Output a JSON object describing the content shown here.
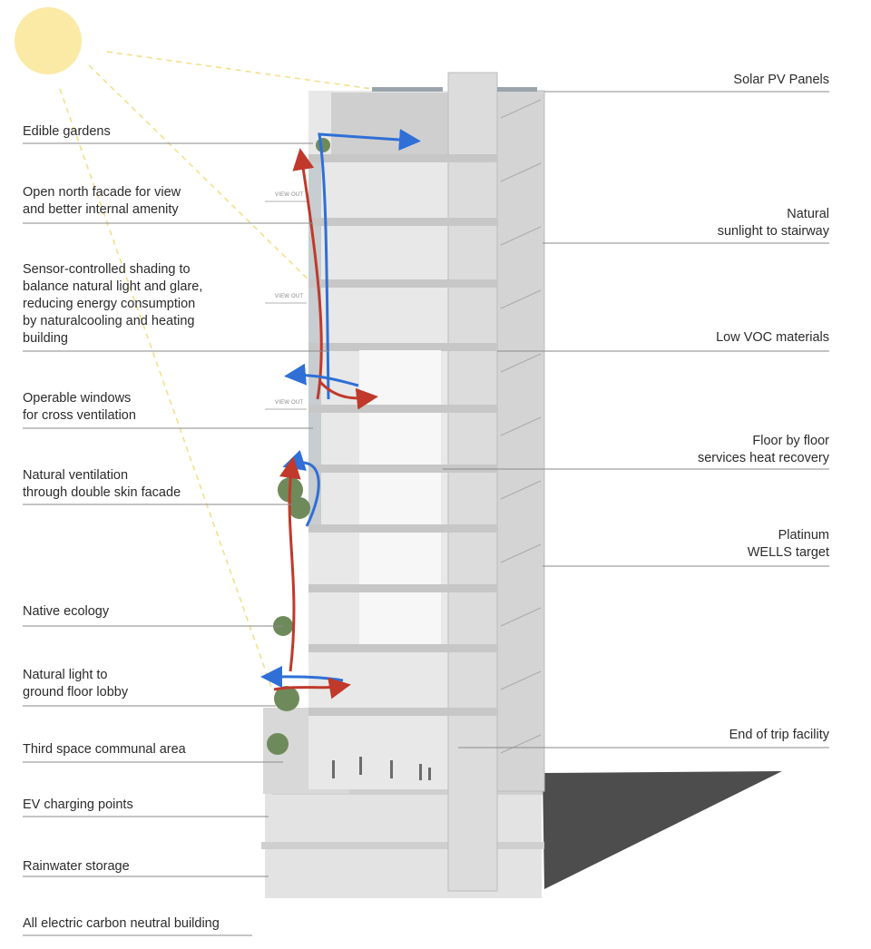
{
  "labels_left": [
    {
      "text": "Edible gardens"
    },
    {
      "text": "Open north facade for view\nand better internal amenity"
    },
    {
      "text": "Sensor-controlled shading to\nbalance natural light and glare,\nreducing energy consumption\nby naturalcooling and heating\nbuilding"
    },
    {
      "text": "Operable windows\nfor cross ventilation"
    },
    {
      "text": "Natural ventilation\nthrough double skin facade"
    },
    {
      "text": "Native ecology"
    },
    {
      "text": "Natural light to\nground floor lobby"
    },
    {
      "text": "Third space communal area"
    },
    {
      "text": "EV charging points"
    },
    {
      "text": "Rainwater storage"
    },
    {
      "text": "All electric carbon neutral building"
    }
  ],
  "labels_right": [
    {
      "text": "Solar PV Panels"
    },
    {
      "text": "Natural\nsunlight to stairway"
    },
    {
      "text": "Low VOC materials"
    },
    {
      "text": "Floor by floor\nservices heat recovery"
    },
    {
      "text": "Platinum\nWELLS target"
    },
    {
      "text": "End of trip facility"
    }
  ],
  "view_out": [
    "VIEW OUT",
    "VIEW OUT",
    "VIEW OUT"
  ],
  "colors": {
    "sun": "#fbe9a6",
    "warm_air": "#c0392b",
    "cool_air": "#2f6fd6",
    "leader": "#8a8a8a",
    "concrete": "#dedede"
  }
}
